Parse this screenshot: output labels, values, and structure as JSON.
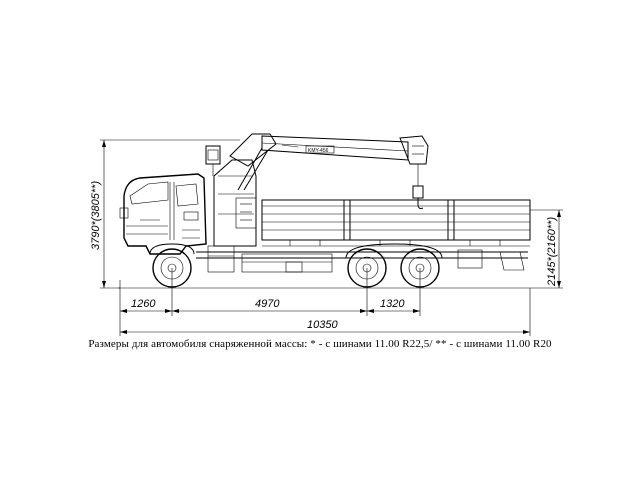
{
  "dimensions": {
    "overall_height": "3790*(3805**)",
    "frame_height": "2145*(2160**)",
    "front_overhang": "1260",
    "wheelbase": "4970",
    "rear_axle_spacing": "1320",
    "overall_length": "10350"
  },
  "crane_badge": "KMY-456",
  "caption": "Размеры для автомобиля снаряженной массы: * - с шинами 11.00 R22,5/ ** - с шинами 11.00 R20"
}
